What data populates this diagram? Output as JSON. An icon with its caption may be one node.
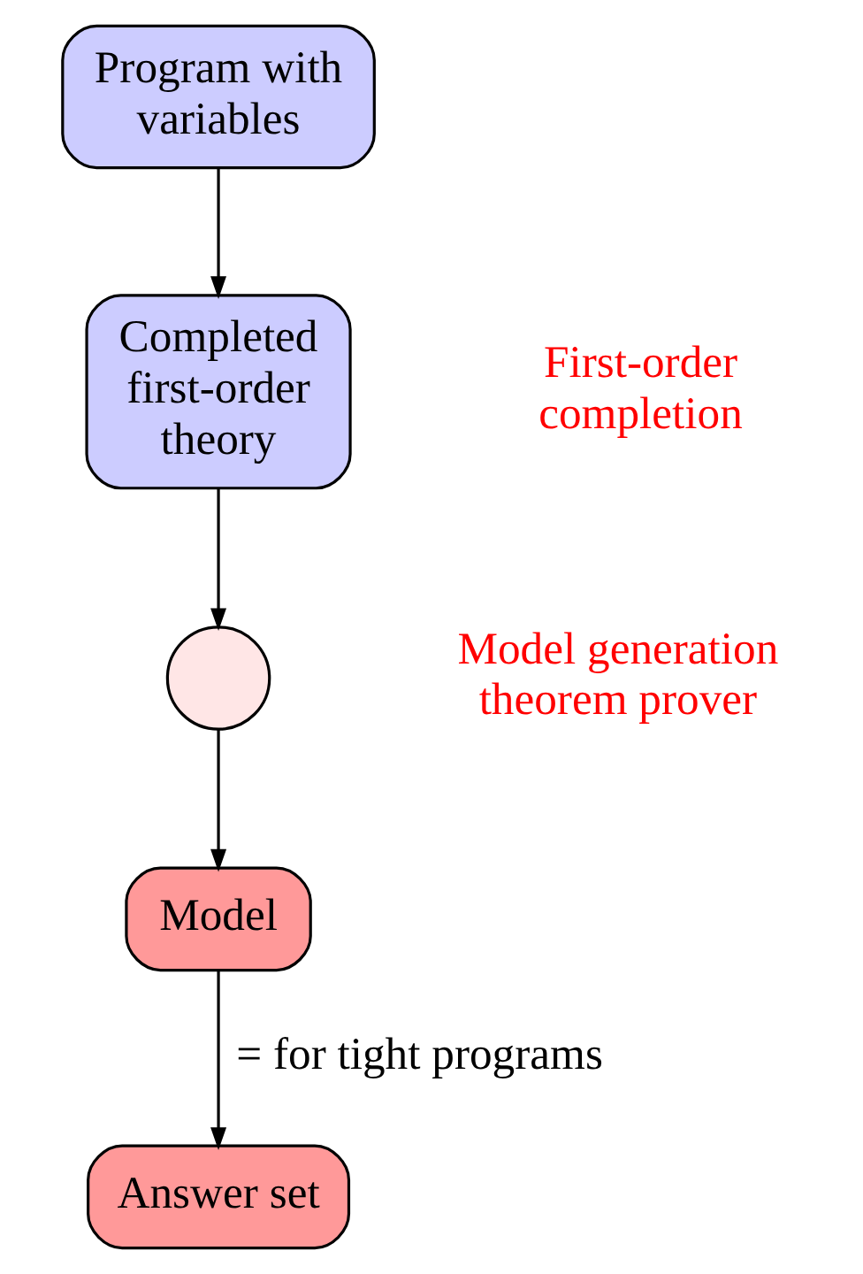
{
  "diagram": {
    "nodes": [
      {
        "text": [
          "Program with variables"
        ]
      },
      {
        "text": [
          "Completed first-order theory"
        ]
      },
      {
        "text": [],
        "shape": "circle"
      },
      {
        "text": [
          "Model"
        ]
      },
      {
        "text": [
          "Answer set"
        ]
      }
    ],
    "edges": [
      {
        "from": 0,
        "to": 1,
        "arrow": "to"
      },
      {
        "from": 1,
        "to": 2,
        "arrow": "to"
      },
      {
        "from": 2,
        "to": 3,
        "arrow": "to"
      },
      {
        "from": 3,
        "to": 4,
        "arrow": "to",
        "label": "= for tight programs"
      }
    ],
    "labels": [
      "First-order completion",
      "Model generation theorem prover"
    ]
  }
}
